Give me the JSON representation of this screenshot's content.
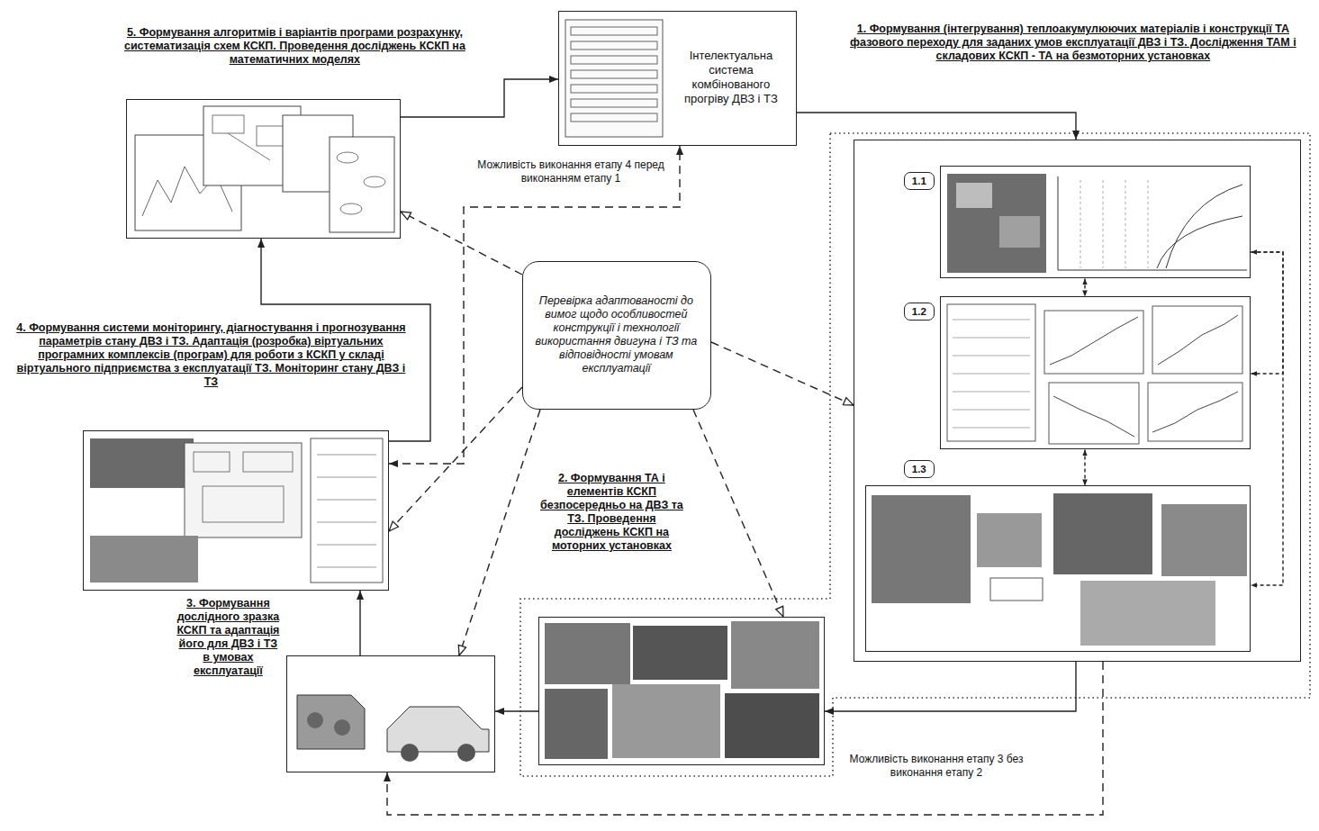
{
  "diagram": {
    "nodes": [
      {
        "text": [
          "Інтелектуальна система комбінованого прогріву ДВЗ і ТЗ"
        ]
      },
      {
        "text": [
          "1. Формування (інтегрування) теплоакумулюючих матеріалів і конструкції ТА фазового переходу для заданих умов експлуатації ДВЗ і ТЗ. Дослідження ТАМ і складових КСКП - ТА на безмоторних установках"
        ]
      },
      {
        "text": [
          "1.1"
        ],
        "in": 1
      },
      {
        "text": [
          "1.2"
        ],
        "in": 1
      },
      {
        "text": [
          "1.3"
        ],
        "in": 1
      },
      {
        "text": [
          "2. Формування ТА і елементів КСКП безпосередньо на ДВЗ та ТЗ. Проведення досліджень КСКП на моторних установках"
        ]
      },
      {
        "text": [
          "3. Формування дослідного зразка КСКП та адаптація його для ДВЗ і ТЗ в умовах експлуатації"
        ]
      },
      {
        "text": [
          "4. Формування системи моніторингу, діагностування і прогнозування параметрів стану ДВЗ і ТЗ. Адаптація (розробка) віртуальних програмних комплексів (програм) для роботи з КСКП у складі віртуального підприємства з експлуатації ТЗ. Моніторинг стану ДВЗ і ТЗ"
        ]
      },
      {
        "text": [
          "5. Формування алгоритмів і варіантів програми розрахунку, систематизація схем КСКП. Проведення досліджень КСКП на математичних моделях"
        ]
      },
      {
        "text": [
          "Перевірка адаптованості до вимог щодо особливостей конструкції і технології використання двигуна і ТЗ та відповідності умовам експлуатації"
        ]
      }
    ],
    "edges": [
      {
        "from": 0,
        "to": 1,
        "arrow": "to"
      },
      {
        "from": 1,
        "to": 5,
        "arrow": "to"
      },
      {
        "from": 5,
        "to": 6,
        "arrow": "to"
      },
      {
        "from": 6,
        "to": 7,
        "arrow": "to"
      },
      {
        "from": 7,
        "to": 8,
        "arrow": "to"
      },
      {
        "from": 8,
        "to": 0,
        "arrow": "to"
      },
      {
        "from": 2,
        "to": 3,
        "arrow": "both"
      },
      {
        "from": 3,
        "to": 4,
        "arrow": "both"
      },
      {
        "from": 2,
        "to": 4,
        "arrow": "both"
      },
      {
        "from": 2,
        "to": 3,
        "arrow": "to"
      },
      {
        "from": 9,
        "to": 8,
        "arrow": "to"
      },
      {
        "from": 9,
        "to": 1,
        "arrow": "to"
      },
      {
        "from": 9,
        "to": 7,
        "arrow": "to"
      },
      {
        "from": 9,
        "to": 6,
        "arrow": "to"
      },
      {
        "from": 9,
        "to": 5,
        "arrow": "to"
      },
      {
        "from": 7,
        "to": 0,
        "arrow": "both",
        "label": "Можливість виконання етапу 4 перед виконанням етапу 1"
      },
      {
        "from": 1,
        "to": 6,
        "arrow": "to",
        "label": "Можливість виконання етапу 3 без виконання етапу 2"
      }
    ]
  }
}
